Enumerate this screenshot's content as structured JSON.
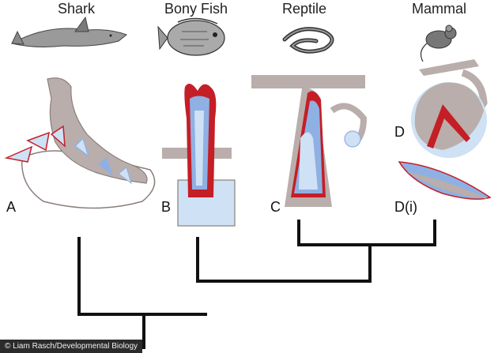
{
  "groups": [
    {
      "title": "Shark",
      "label": "A"
    },
    {
      "title": "Bony Fish",
      "label": "B"
    },
    {
      "title": "Reptile",
      "label": "C"
    },
    {
      "title": "Mammal",
      "label": "D",
      "sub_label": "D(i)"
    }
  ],
  "credit": "© Liam Rasch/Developmental Biology",
  "colors": {
    "gum": "#b9aeab",
    "enamel": "#c41e26",
    "dentin": "#8fb0e3",
    "pulp": "#cfe1f4",
    "outline": "#8a7f7b",
    "tree": "#111111"
  },
  "icons": [
    "shark-icon",
    "bony-fish-icon",
    "snake-icon",
    "mouse-icon"
  ]
}
